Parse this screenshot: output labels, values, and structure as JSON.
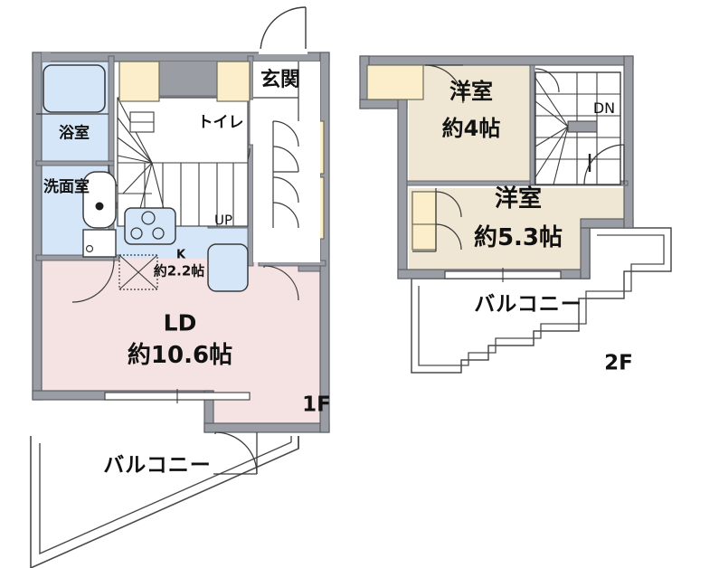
{
  "document": {
    "kind": "floor-plan",
    "language": "ja",
    "floors": [
      "1F",
      "2F"
    ]
  },
  "floor_labels": {
    "first": "1F",
    "second": "2F"
  },
  "floor1": {
    "rooms": [
      {
        "id": "bathroom",
        "label": "浴室",
        "sub": "",
        "fill": "#d4e6f7"
      },
      {
        "id": "washroom",
        "label": "洗面室",
        "sub": "",
        "fill": "#d4e6f7"
      },
      {
        "id": "toilet",
        "label": "トイレ",
        "sub": "",
        "fill": "#d4e6f7"
      },
      {
        "id": "entrance",
        "label": "玄関",
        "sub": "",
        "fill": "#ffffff"
      },
      {
        "id": "kitchen",
        "label": "K",
        "sub": "約2.2帖",
        "fill": "#d4e6f7"
      },
      {
        "id": "living",
        "label": "LD",
        "sub": "約10.6帖",
        "fill": "#f5e3e3"
      },
      {
        "id": "balcony1",
        "label": "バルコニー",
        "sub": "",
        "fill": "#ffffff"
      }
    ],
    "stairs_marker": "UP"
  },
  "floor2": {
    "rooms": [
      {
        "id": "western-room-1",
        "label": "洋室",
        "sub": "約4帖",
        "fill": "#f0e6d4"
      },
      {
        "id": "western-room-2",
        "label": "洋室",
        "sub": "約5.3帖",
        "fill": "#f0e6d4"
      },
      {
        "id": "balcony2",
        "label": "バルコニー",
        "sub": "",
        "fill": "#ffffff"
      }
    ],
    "stairs_marker": "DN"
  },
  "colors": {
    "wall": "#9a9da3",
    "wall_outline": "#5b5f66",
    "line": "#3a3a3a",
    "water_room": "#d4e6f7",
    "living_room": "#f5e3e3",
    "tatami_room": "#f0e6d4",
    "closet": "#fceecb",
    "white": "#ffffff",
    "text": "#111111"
  },
  "legend_text": {
    "bathroom": "浴室",
    "washroom": "洗面室",
    "toilet": "トイレ",
    "entrance": "玄関",
    "kitchen_tag": "K",
    "kitchen_size": "約2.2帖",
    "living_tag": "LD",
    "living_size": "約10.6帖",
    "balcony": "バルコニー",
    "up": "UP",
    "down": "DN",
    "room_western": "洋室",
    "size_4": "約4帖",
    "size_53": "約5.3帖",
    "f1": "1F",
    "f2": "2F"
  }
}
